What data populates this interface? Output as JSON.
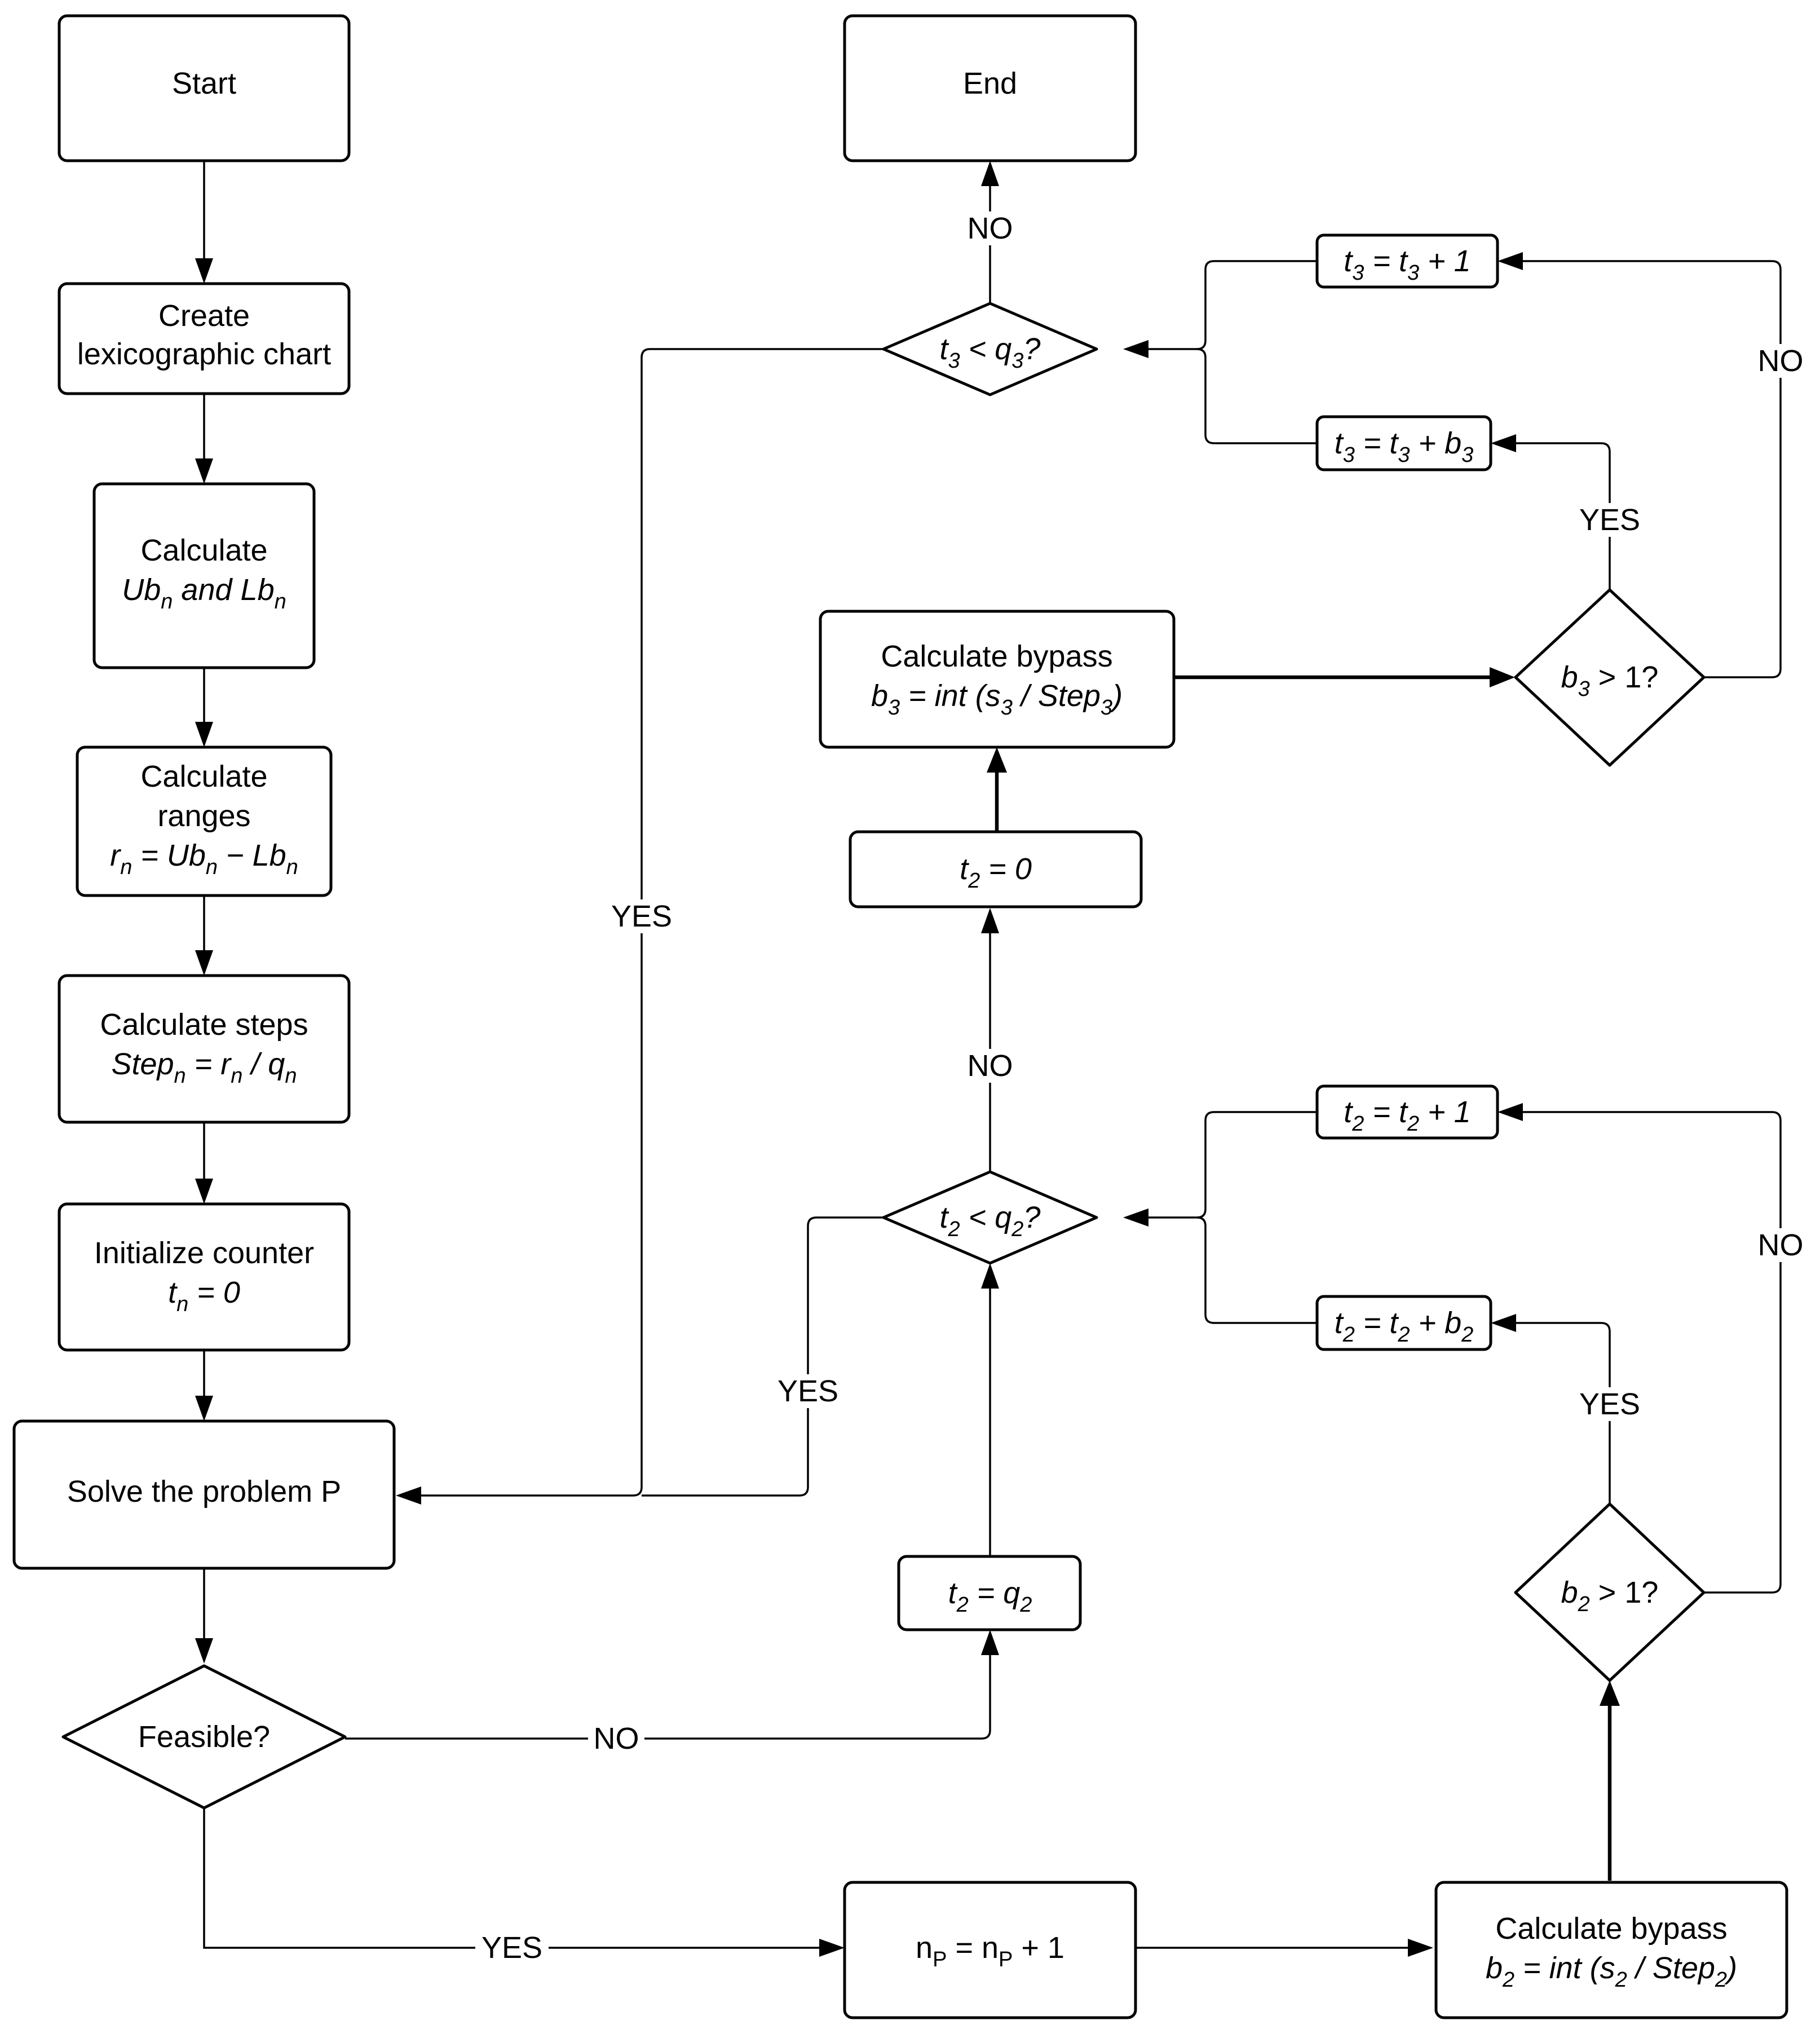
{
  "nodes": {
    "start": "Start",
    "end": "End",
    "create": {
      "line1": "Create",
      "line2": "lexicographic chart"
    },
    "calc_bounds": {
      "line1": "Calculate",
      "ub": "Ub",
      "sub_n1": "n",
      "and": " and ",
      "lb": "Lb",
      "sub_n2": "n"
    },
    "calc_ranges": {
      "line1": "Calculate",
      "line2": "ranges",
      "r": "r",
      "sub_n1": "n",
      "eq": " = Ub",
      "sub_n2": "n",
      "minus": " − Lb",
      "sub_n3": "n"
    },
    "calc_steps": {
      "line1": "Calculate steps",
      "step": "Step",
      "sub_n1": "n",
      "eq": " = r",
      "sub_n2": "n",
      "div": " / q",
      "sub_n3": "n"
    },
    "init_counter": {
      "line1": "Initialize counter",
      "t": "t",
      "sub_n": "n",
      "eq": " = 0"
    },
    "solve": "Solve the problem P",
    "feasible": "Feasible?",
    "np_update": {
      "n1": "n",
      "sub_p1": "P",
      "eq": " = n",
      "sub_p2": "P",
      "rest": " + 1"
    },
    "bypass2": {
      "line1": "Calculate bypass",
      "b": "b",
      "sub1": "2",
      "eq": " = int (s",
      "sub2": "2",
      "div": " / Step",
      "sub3": "2",
      "close": ")"
    },
    "b2_check": {
      "b": "b",
      "sub": "2",
      "rest": " > 1?"
    },
    "t2_eq_q2": {
      "t": "t",
      "sub1": "2",
      "eq": " = q",
      "sub2": "2"
    },
    "t2_lt_q2": {
      "t": "t",
      "sub1": "2",
      "lt": " < q",
      "sub2": "2",
      "q": "?"
    },
    "t2_plus_1": {
      "t": "t",
      "sub1": "2",
      "eq": " = t",
      "sub2": "2",
      "rest": " + 1"
    },
    "t2_plus_b2": {
      "t": "t",
      "sub1": "2",
      "eq": " = t",
      "sub2": "2",
      "plus": " + b",
      "sub3": "2"
    },
    "t2_zero": {
      "t": "t",
      "sub": "2",
      "rest": " = 0"
    },
    "bypass3": {
      "line1": "Calculate bypass",
      "b": "b",
      "sub1": "3",
      "eq": " = int (s",
      "sub2": "3",
      "div": " / Step",
      "sub3": "3",
      "close": ")"
    },
    "b3_check": {
      "b": "b",
      "sub": "3",
      "rest": " > 1?"
    },
    "t3_lt_q3": {
      "t": "t",
      "sub1": "3",
      "lt": " < q",
      "sub2": "3",
      "q": "?"
    },
    "t3_plus_1": {
      "t": "t",
      "sub1": "3",
      "eq": " = t",
      "sub2": "3",
      "rest": " + 1"
    },
    "t3_plus_b3": {
      "t": "t",
      "sub1": "3",
      "eq": " = t",
      "sub2": "3",
      "plus": " + b",
      "sub3": "3"
    }
  },
  "edge_labels": {
    "t3_no": "NO",
    "b3_no": "NO",
    "b3_yes": "YES",
    "t3_yes": "YES",
    "t2_no": "NO",
    "b2_no": "NO",
    "b2_yes": "YES",
    "t2_yes": "YES",
    "feasible_no": "NO",
    "feasible_yes": "YES"
  }
}
